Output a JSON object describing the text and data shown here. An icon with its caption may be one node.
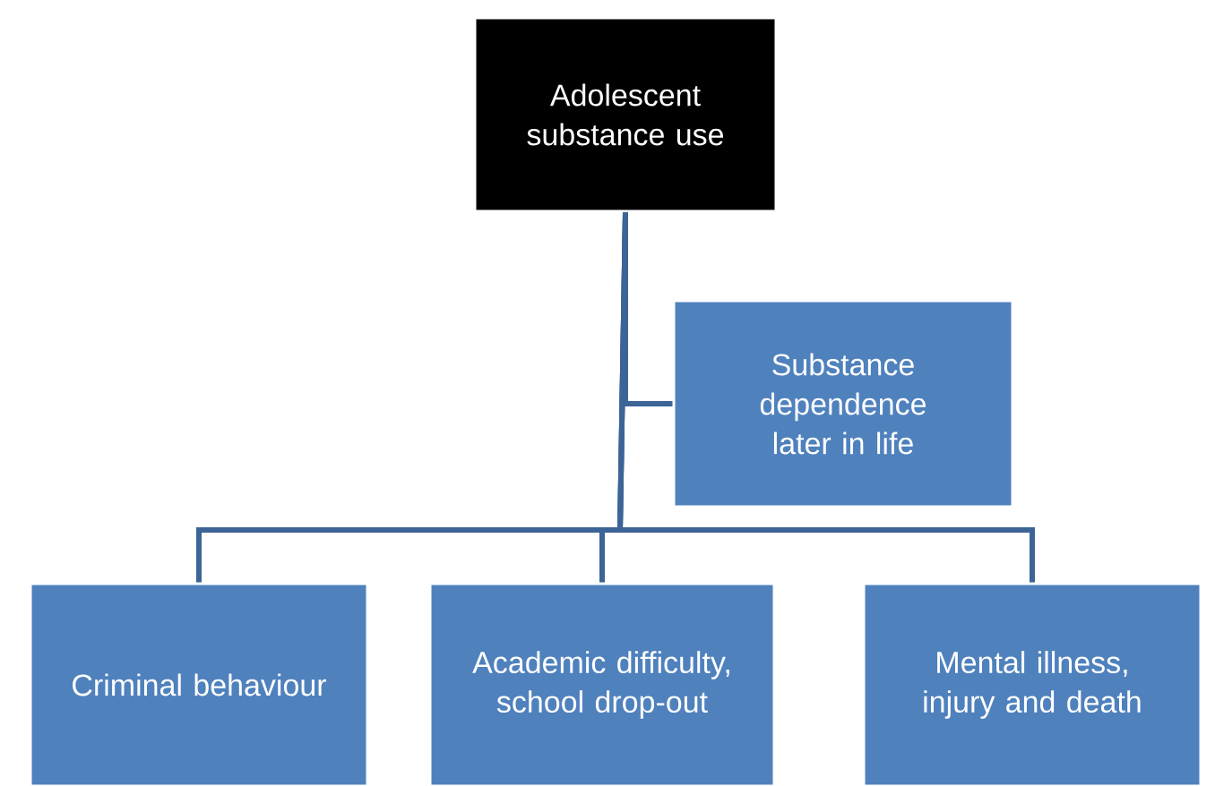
{
  "diagram": {
    "nodes": [
      {
        "text": [
          "Adolescent substance use"
        ]
      },
      {
        "text": [
          "Substance dependence later in life"
        ]
      },
      {
        "text": [
          "Criminal behaviour"
        ]
      },
      {
        "text": [
          "Academic difficulty, school drop-out"
        ]
      },
      {
        "text": [
          "Mental illness, injury and death"
        ]
      }
    ],
    "edges": [
      {
        "from": 0,
        "to": 1,
        "arrow": "none"
      },
      {
        "from": 0,
        "to": 2,
        "arrow": "none"
      },
      {
        "from": 0,
        "to": 3,
        "arrow": "none"
      },
      {
        "from": 0,
        "to": 4,
        "arrow": "none"
      }
    ]
  }
}
